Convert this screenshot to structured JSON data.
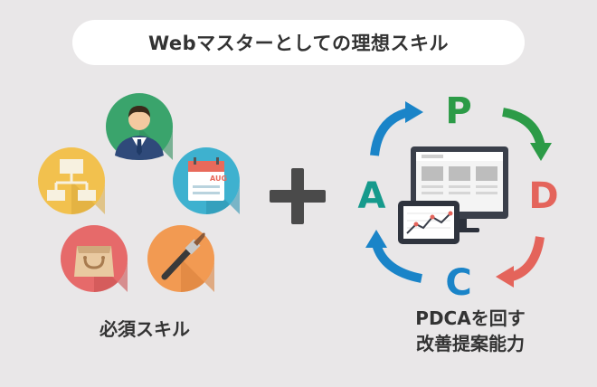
{
  "title": "Webマスターとしての理想スキル",
  "left_caption": "必須スキル",
  "right_caption_line1": "PDCAを回す",
  "right_caption_line2": "改善提案能力",
  "plus_symbol": "+",
  "pdca": {
    "p": "P",
    "d": "D",
    "c": "C",
    "a": "A"
  },
  "calendar_month": "AUG",
  "colors": {
    "background": "#e9e7e8",
    "user_circle": "#3aa46c",
    "chart_circle": "#f2c14e",
    "calendar_circle": "#3eb1cf",
    "bag_circle": "#e66a6a",
    "brush_circle": "#f29a52",
    "p_green": "#2c9b47",
    "d_red": "#e4645b",
    "c_blue": "#1a84c8",
    "a_teal": "#169a8c",
    "plus_gray": "#4a4a4a"
  },
  "icons": [
    "user-icon",
    "org-chart-icon",
    "calendar-icon",
    "shopping-bag-icon",
    "paintbrush-icon",
    "monitor-icon",
    "tablet-icon"
  ]
}
